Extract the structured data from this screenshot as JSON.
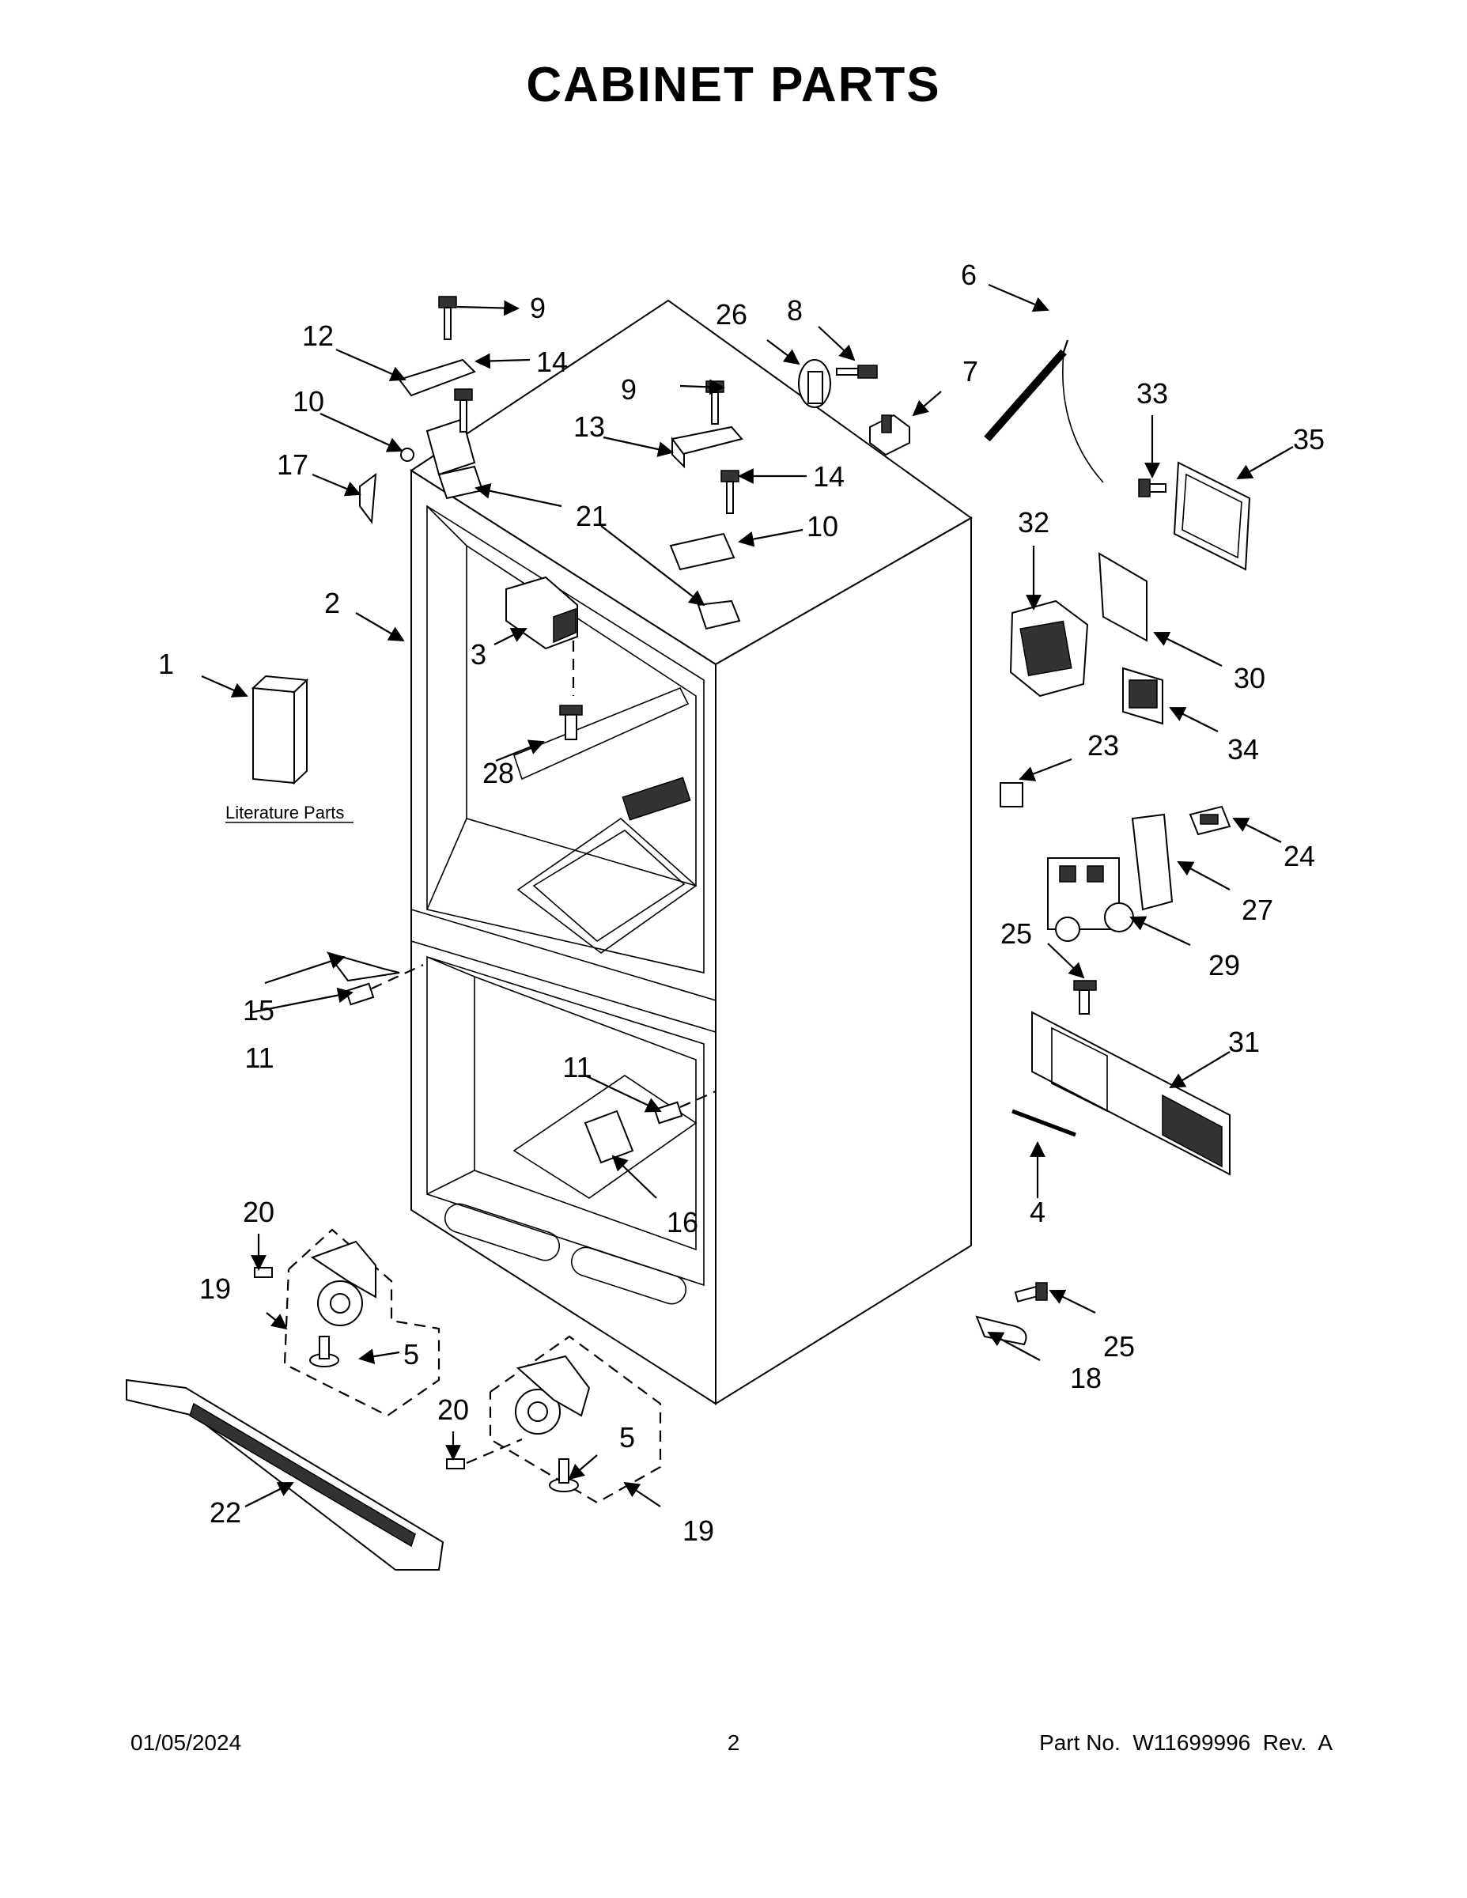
{
  "page_title": "CABINET PARTS",
  "literature_label": "Literature Parts",
  "footer": {
    "date": "01/05/2024",
    "page": "2",
    "part_no": "Part No.  W11699996  Rev.  A"
  },
  "callouts": [
    "1",
    "2",
    "3",
    "4",
    "5",
    "5",
    "6",
    "7",
    "8",
    "9",
    "9",
    "10",
    "10",
    "11",
    "11",
    "12",
    "13",
    "14",
    "14",
    "15",
    "16",
    "17",
    "18",
    "19",
    "19",
    "20",
    "20",
    "21",
    "22",
    "23",
    "24",
    "25",
    "25",
    "26",
    "27",
    "28",
    "29",
    "30",
    "31",
    "32",
    "33",
    "34",
    "35"
  ]
}
